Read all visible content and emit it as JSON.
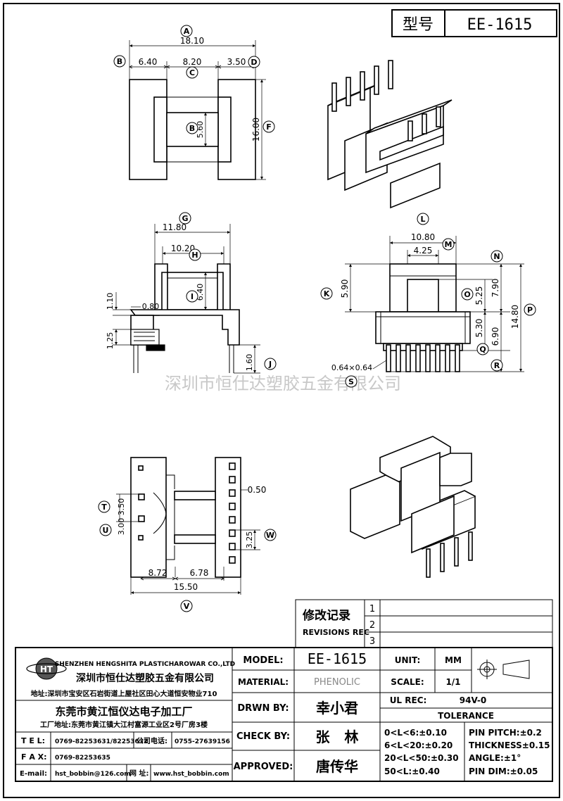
{
  "title_box": {
    "model_label": "型号",
    "model_value": "EE-1615"
  },
  "dimensions": {
    "top_view": {
      "A": "18.10",
      "B_left": "6.40",
      "C": "8.20",
      "D": "3.50",
      "F": "16.00",
      "B_center": "5.60"
    },
    "side_view": {
      "G": "11.80",
      "H": "10.20",
      "I": "6.40",
      "side_top": "1.10",
      "side_small": "0.80",
      "side_low": "1.25",
      "J": "1.60"
    },
    "front_view": {
      "L": "10.80",
      "M": "4.25",
      "K": "5.90",
      "O": "5.25",
      "N": "7.90",
      "P": "14.80",
      "Q_upper": "5.30",
      "Q_lower": "6.90",
      "pin": "0.64×0.64"
    },
    "bottom_view": {
      "T": "3.50",
      "U": "3.00",
      "pitch": "0.50",
      "W": "3.25",
      "left": "8.72",
      "right": "6.78",
      "V": "15.50"
    }
  },
  "letters": [
    "A",
    "B",
    "C",
    "D",
    "B",
    "F",
    "G",
    "H",
    "I",
    "J",
    "L",
    "M",
    "K",
    "N",
    "O",
    "P",
    "Q",
    "R",
    "S",
    "T",
    "U",
    "W",
    "V"
  ],
  "watermark": "深圳市恒仕达塑胶五金有限公司",
  "revisions": {
    "title_cn": "修改记录",
    "title_en": "REVISIONS REC",
    "rows": [
      "1",
      "2",
      "3"
    ]
  },
  "company": {
    "name_en": "SHENZHEN HENGSHITA PLASTICHAROWAR CO.,LTD",
    "name_cn": "深圳市恒仕达塑胶五金有限公司",
    "address_sz": "地址:深圳市宝安区石岩街道上屋社区田心大道恒安物业710",
    "factory_cn": "东莞市黄江恒仪达电子加工厂",
    "address_dg": "工厂地址:东莞市黄江镇大江村富源工业区2号厂房3楼",
    "logo_text": "HT"
  },
  "contacts": [
    {
      "label": "T E L:",
      "value": "0769-82253631/82253632",
      "label2": "公司电话:",
      "value2": "0755-27639156"
    },
    {
      "label": "F A X:",
      "value": "0769-82253635"
    },
    {
      "label": "E-mail:",
      "value": "hst_bobbin@126.com",
      "label2": "网 址:",
      "value2": "www.hst_bobbin.com"
    }
  ],
  "title_block": {
    "model_label": "MODEL:",
    "model_value": "EE-1615",
    "material_label": "MATERIAL:",
    "material_value": "PHENOLIC",
    "drawn_label": "DRWN BY:",
    "drawn_value": "幸小君",
    "check_label": "CHECK BY:",
    "check_value": "张   林",
    "approved_label": "APPROVED:",
    "approved_value": "唐传华",
    "unit_label": "UNIT:",
    "unit_value": "MM",
    "scale_label": "SCALE:",
    "scale_value": "1/1",
    "ul_label": "UL REC:",
    "ul_value": "94V-0",
    "tolerance_label": "TOLERANCE",
    "tolerances": [
      "0<L<6:±0.10",
      "6<L<20:±0.20",
      "20<L<50:±0.30",
      "50<L:±0.40"
    ],
    "specs": [
      "PIN PITCH:±0.2",
      "THICKNESS±0.15",
      "ANGLE:±1°",
      "PIN DIM:±0.05"
    ]
  }
}
